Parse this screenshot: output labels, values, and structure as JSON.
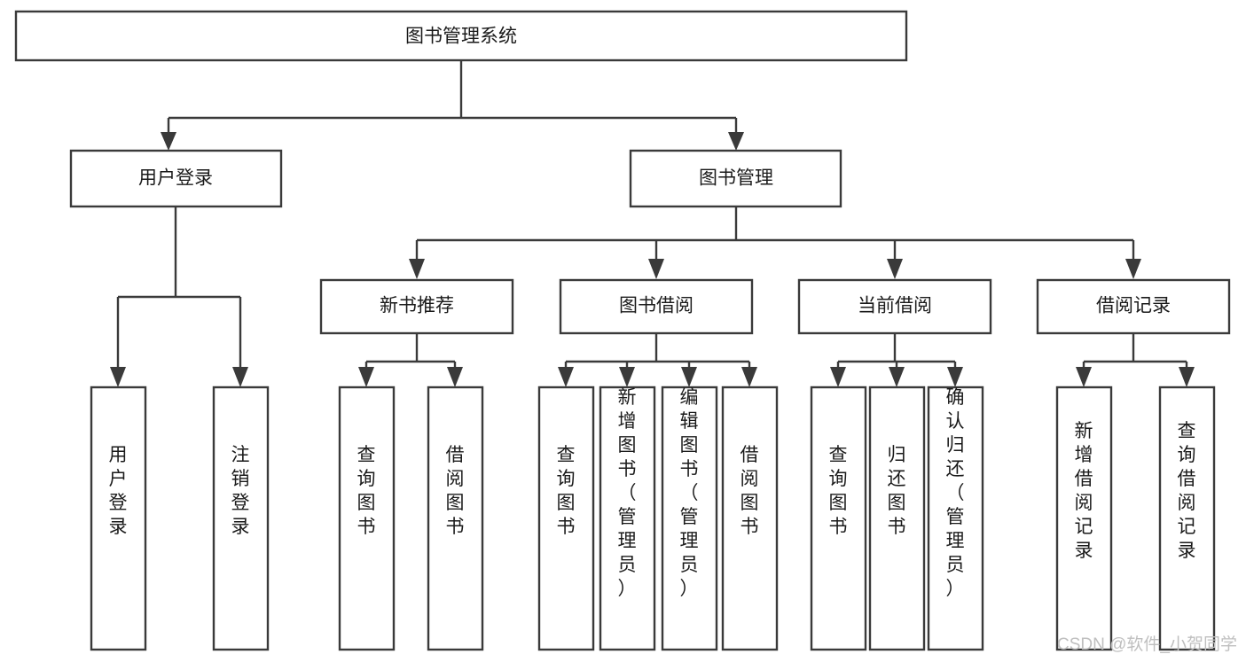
{
  "diagram": {
    "title": "图书管理系统",
    "type": "tree-hierarchy",
    "background_color": "#ffffff",
    "line_color": "#3a3a3a",
    "text_color": "#1a1a1a",
    "nodes": {
      "root": {
        "label": "图书管理系统"
      },
      "level2": [
        {
          "id": "user-login",
          "label": "用户登录"
        },
        {
          "id": "book-management",
          "label": "图书管理"
        }
      ],
      "level3": [
        {
          "id": "new-book-recommend",
          "label": "新书推荐"
        },
        {
          "id": "book-borrow",
          "label": "图书借阅"
        },
        {
          "id": "current-borrow",
          "label": "当前借阅"
        },
        {
          "id": "borrow-record",
          "label": "借阅记录"
        }
      ],
      "leaves": {
        "user_login": [
          {
            "id": "leaf-user-login",
            "label": "用户登录"
          },
          {
            "id": "leaf-logout-login",
            "label": "注销登录"
          }
        ],
        "new_book_recommend": [
          {
            "id": "leaf-query-book-1",
            "label": "查询图书"
          },
          {
            "id": "leaf-borrow-book-1",
            "label": "借阅图书"
          }
        ],
        "book_borrow": [
          {
            "id": "leaf-query-book-2",
            "label": "查询图书"
          },
          {
            "id": "leaf-add-book",
            "label": "新增图书（管理员）"
          },
          {
            "id": "leaf-edit-book",
            "label": "编辑图书（管理员）"
          },
          {
            "id": "leaf-borrow-book-2",
            "label": "借阅图书"
          }
        ],
        "current_borrow": [
          {
            "id": "leaf-query-book-3",
            "label": "查询图书"
          },
          {
            "id": "leaf-return-book",
            "label": "归还图书"
          },
          {
            "id": "leaf-confirm-return",
            "label": "确认归还（管理员）"
          }
        ],
        "borrow_record": [
          {
            "id": "leaf-add-record",
            "label": "新增借阅记录"
          },
          {
            "id": "leaf-query-record",
            "label": "查询借阅记录"
          }
        ]
      }
    }
  },
  "watermark": {
    "label": "CSDN @软件_小贺同学"
  }
}
